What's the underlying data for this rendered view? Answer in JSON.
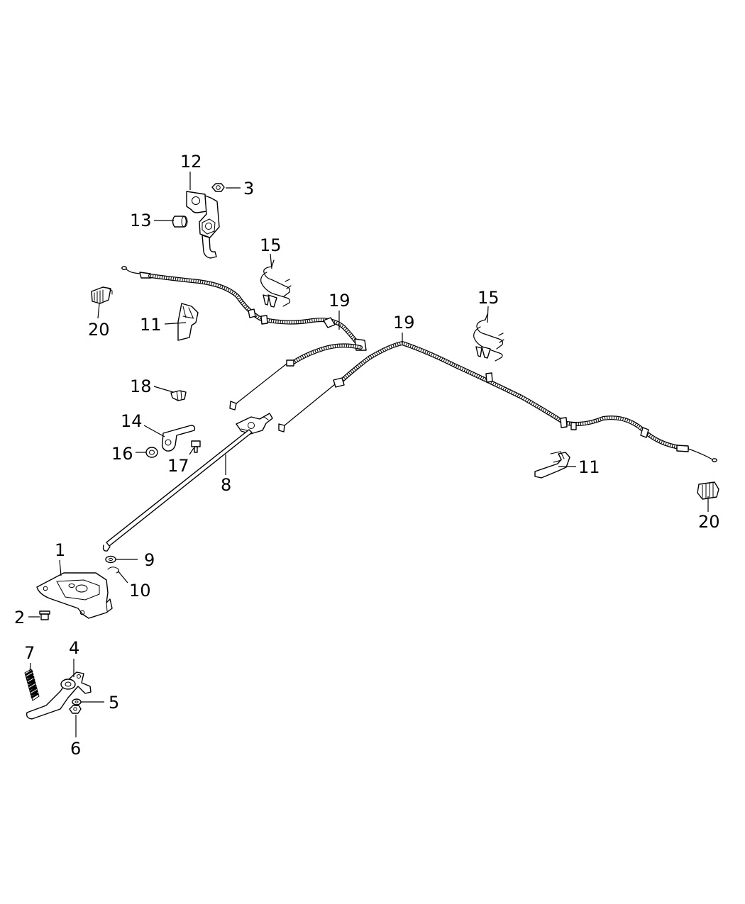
{
  "diagram": {
    "callouts": [
      {
        "id": "c12",
        "text": "12"
      },
      {
        "id": "c3",
        "text": "3"
      },
      {
        "id": "c13",
        "text": "13"
      },
      {
        "id": "c15a",
        "text": "15"
      },
      {
        "id": "c19a",
        "text": "19"
      },
      {
        "id": "c20a",
        "text": "20"
      },
      {
        "id": "c11a",
        "text": "11"
      },
      {
        "id": "c15b",
        "text": "15"
      },
      {
        "id": "c19b",
        "text": "19"
      },
      {
        "id": "c18",
        "text": "18"
      },
      {
        "id": "c14",
        "text": "14"
      },
      {
        "id": "c16",
        "text": "16"
      },
      {
        "id": "c17",
        "text": "17"
      },
      {
        "id": "c8",
        "text": "8"
      },
      {
        "id": "c11b",
        "text": "11"
      },
      {
        "id": "c20b",
        "text": "20"
      },
      {
        "id": "c1",
        "text": "1"
      },
      {
        "id": "c9",
        "text": "9"
      },
      {
        "id": "c10",
        "text": "10"
      },
      {
        "id": "c2",
        "text": "2"
      },
      {
        "id": "c7",
        "text": "7"
      },
      {
        "id": "c4",
        "text": "4"
      },
      {
        "id": "c5",
        "text": "5"
      },
      {
        "id": "c6",
        "text": "6"
      }
    ]
  }
}
